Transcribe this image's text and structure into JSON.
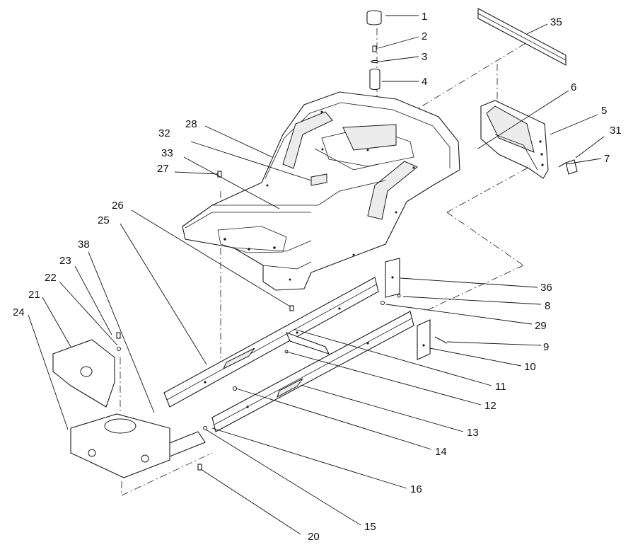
{
  "diagram": {
    "callouts": [
      {
        "id": "1",
        "label": "1"
      },
      {
        "id": "2",
        "label": "2"
      },
      {
        "id": "3",
        "label": "3"
      },
      {
        "id": "4",
        "label": "4"
      },
      {
        "id": "35",
        "label": "35"
      },
      {
        "id": "6",
        "label": "6"
      },
      {
        "id": "5",
        "label": "5"
      },
      {
        "id": "31",
        "label": "31"
      },
      {
        "id": "7",
        "label": "7"
      },
      {
        "id": "28",
        "label": "28"
      },
      {
        "id": "32",
        "label": "32"
      },
      {
        "id": "33",
        "label": "33"
      },
      {
        "id": "27",
        "label": "27"
      },
      {
        "id": "26",
        "label": "26"
      },
      {
        "id": "25",
        "label": "25"
      },
      {
        "id": "38",
        "label": "38"
      },
      {
        "id": "23",
        "label": "23"
      },
      {
        "id": "22",
        "label": "22"
      },
      {
        "id": "21",
        "label": "21"
      },
      {
        "id": "24",
        "label": "24"
      },
      {
        "id": "36",
        "label": "36"
      },
      {
        "id": "8",
        "label": "8"
      },
      {
        "id": "29",
        "label": "29"
      },
      {
        "id": "9",
        "label": "9"
      },
      {
        "id": "10",
        "label": "10"
      },
      {
        "id": "11",
        "label": "11"
      },
      {
        "id": "12",
        "label": "12"
      },
      {
        "id": "13",
        "label": "13"
      },
      {
        "id": "14",
        "label": "14"
      },
      {
        "id": "16",
        "label": "16"
      },
      {
        "id": "15",
        "label": "15"
      },
      {
        "id": "20",
        "label": "20"
      }
    ]
  }
}
